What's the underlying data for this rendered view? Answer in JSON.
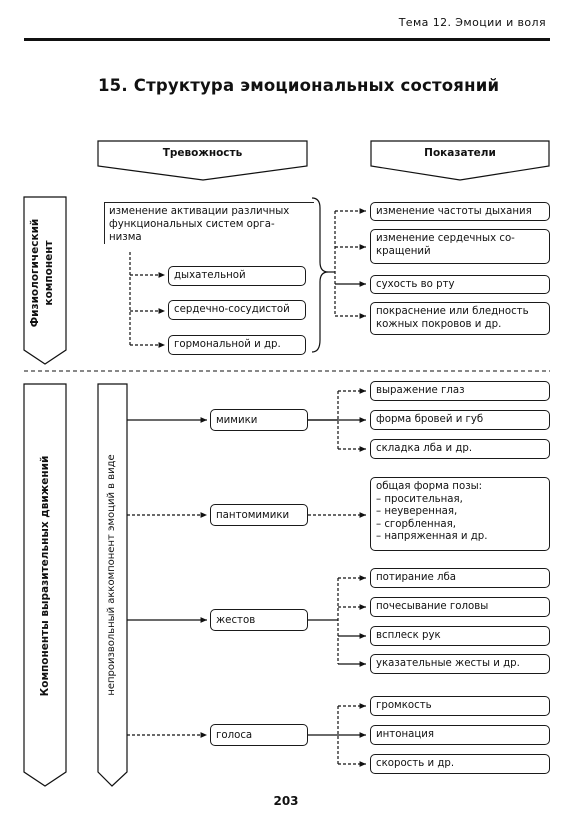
{
  "header": {
    "topic": "Тема 12. Эмоции и воля"
  },
  "title": "15. Структура эмоциональных состояний",
  "columns": {
    "left": "Тревожность",
    "right": "Показатели"
  },
  "sections": {
    "physio": {
      "label_lines": [
        "Физиологический",
        "компонент"
      ],
      "main_lines": [
        "изменение активации различных",
        "функциональных систем орга-",
        "низма"
      ],
      "systems": [
        "дыхательной",
        "сердечно-сосудистой",
        "гормональной и др."
      ],
      "indicators": [
        [
          "изменение частоты дыхания"
        ],
        [
          "изменение сердечных со-",
          "кращений"
        ],
        [
          "сухость во рту"
        ],
        [
          "покраснение или бледность",
          "кожных покровов и др."
        ]
      ]
    },
    "expressive": {
      "label": "Компоненты выразительных движений",
      "channel": "непроизвольный аккомпонент эмоций в виде",
      "groups": [
        {
          "name": "мимики",
          "items": [
            [
              "выражение глаз"
            ],
            [
              "форма бровей и губ"
            ],
            [
              "складка лба и др."
            ]
          ]
        },
        {
          "name": "пантомимики",
          "items": [
            [
              "общая форма позы:",
              "– просительная,",
              "– неуверенная,",
              "– сгорбленная,",
              "– напряженная и др."
            ]
          ]
        },
        {
          "name": "жестов",
          "items": [
            [
              "потирание лба"
            ],
            [
              "почесывание головы"
            ],
            [
              "всплеск рук"
            ],
            [
              "указательные жесты и др."
            ]
          ]
        },
        {
          "name": "голоса",
          "items": [
            [
              "громкость"
            ],
            [
              "интонация"
            ],
            [
              "скорость и др."
            ]
          ]
        }
      ]
    }
  },
  "page_number": "203"
}
